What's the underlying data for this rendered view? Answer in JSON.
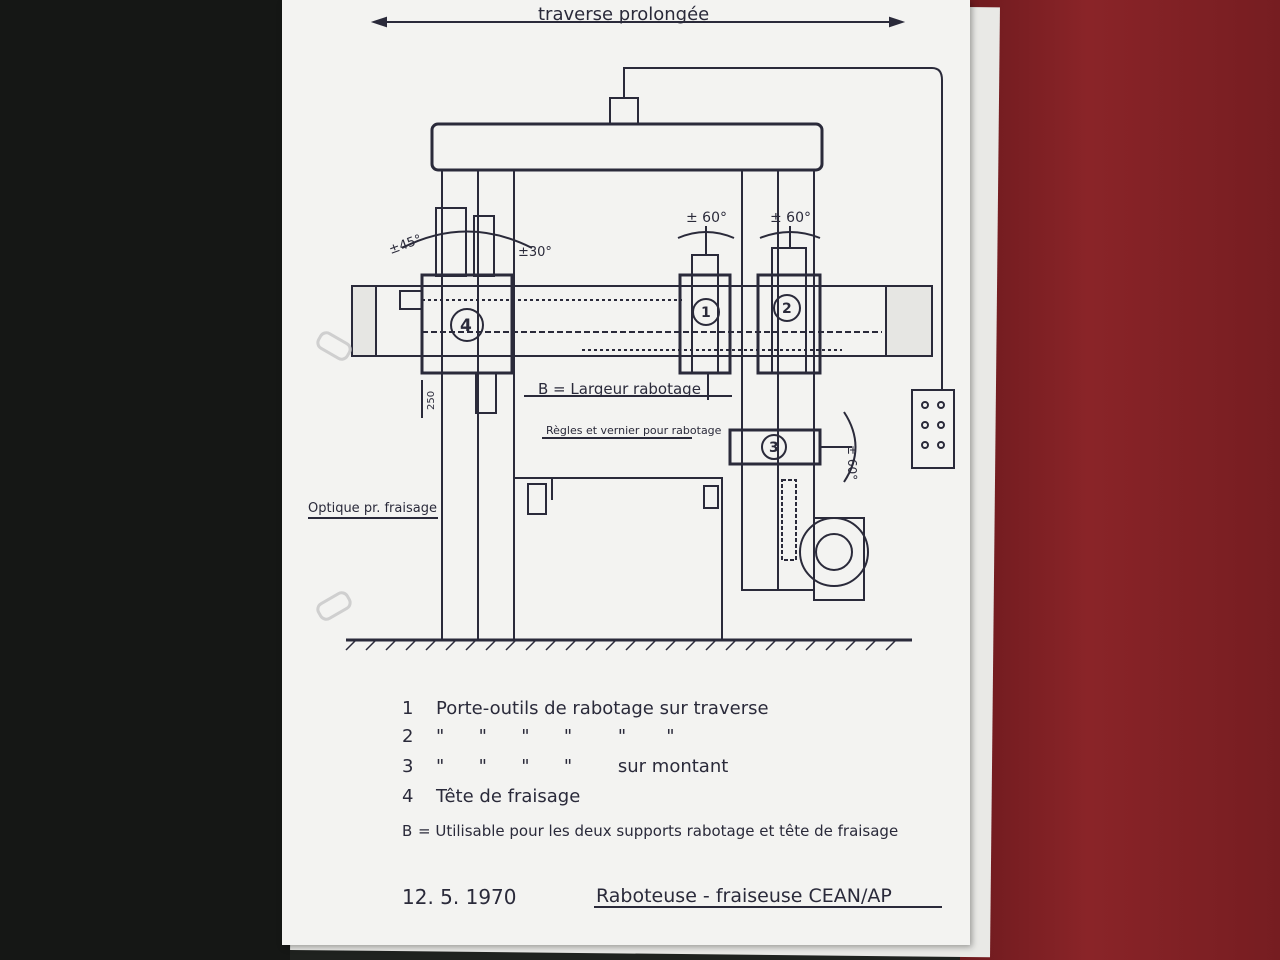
{
  "labels": {
    "top_dimension": "traverse prolongée",
    "angle_left_a": "±45°",
    "angle_left_b": "±30°",
    "angle_1": "± 60°",
    "angle_2": "± 60°",
    "angle_3": "± 60°",
    "width_label": "B = Largeur rabotage",
    "rules_label": "Règles et vernier pour rabotage",
    "optics_label": "Optique pr. fraisage",
    "dimension_250": "250",
    "circle_1": "1",
    "circle_2": "2",
    "circle_3": "3",
    "circle_4": "4"
  },
  "legend": [
    {
      "num": "1",
      "text": "Porte-outils de rabotage sur traverse"
    },
    {
      "num": "2",
      "text": "\"      \"      \"      \"        \"       \""
    },
    {
      "num": "3",
      "text": "\"      \"      \"      \"        sur montant"
    },
    {
      "num": "4",
      "text": "Tête de fraisage"
    },
    {
      "num": "B",
      "text": "= Utilisable pour les deux supports rabotage et tête de fraisage"
    }
  ],
  "footer": {
    "date": "12. 5. 1970",
    "title": "Raboteuse - fraiseuse CEAN/AP"
  },
  "colors": {
    "ink": "#2a2a3a",
    "paper": "#f3f3f1",
    "binder": "#7f2024"
  }
}
